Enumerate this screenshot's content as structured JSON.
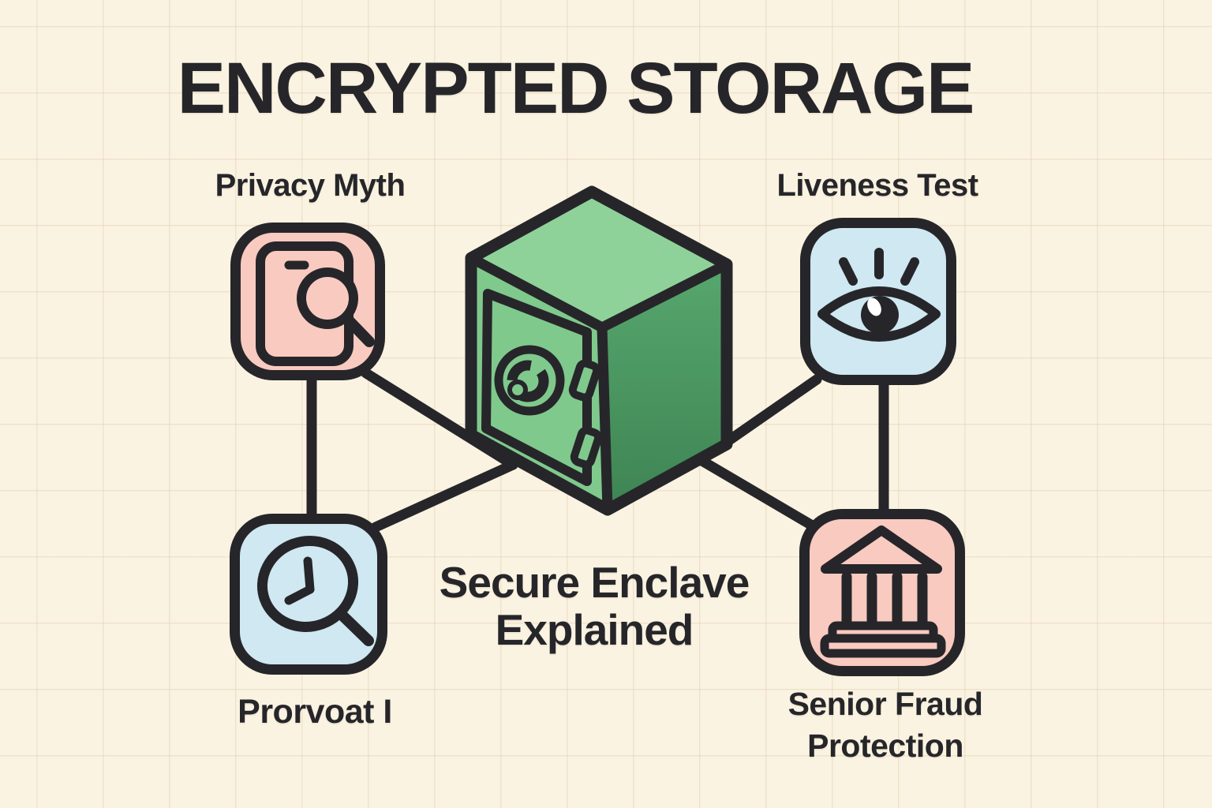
{
  "title": "ENCRYPTED STORAGE",
  "center_caption": {
    "line1": "Secure Enclave",
    "line2": "Explained"
  },
  "nodes": {
    "privacy_myth": {
      "label": "Privacy Myth",
      "fill": "#f9cac0",
      "icon": "phone-magnifier-icon",
      "position": "top-left"
    },
    "liveness_test": {
      "label": "Liveness Test",
      "fill": "#cfe8f2",
      "icon": "eye-icon",
      "position": "top-right"
    },
    "history_search": {
      "label": "Prorvoat I",
      "fill": "#cfe8f2",
      "icon": "clock-magnifier-icon",
      "position": "bottom-left"
    },
    "senior_fraud": {
      "label": "Senior Fraud Protection",
      "line1": "Senior Fraud",
      "line2": "Protection",
      "fill": "#f9cac0",
      "icon": "bank-icon",
      "position": "bottom-right"
    }
  },
  "center_icon": "safe-vault-icon",
  "connections": [
    {
      "from": "privacy_myth",
      "to": "history_search",
      "style": "vertical"
    },
    {
      "from": "liveness_test",
      "to": "senior_fraud",
      "style": "vertical"
    },
    {
      "from": "privacy_myth",
      "to": "safe-vault",
      "style": "diagonal"
    },
    {
      "from": "history_search",
      "to": "safe-vault",
      "style": "diagonal"
    },
    {
      "from": "liveness_test",
      "to": "safe-vault",
      "style": "diagonal"
    },
    {
      "from": "senior_fraud",
      "to": "safe-vault",
      "style": "diagonal"
    }
  ],
  "colors": {
    "background": "#faf3e1",
    "grid_line": "#eadcc5",
    "outline": "#26262a",
    "pink": "#f9cac0",
    "blue": "#cfe8f2",
    "safe_top": "#8ed29a",
    "safe_front": "#7fc98c",
    "safe_side_top": "#57a76e",
    "safe_side_bottom": "#3e8453",
    "text": "#26262a",
    "eye_highlight": "#ffffff"
  }
}
